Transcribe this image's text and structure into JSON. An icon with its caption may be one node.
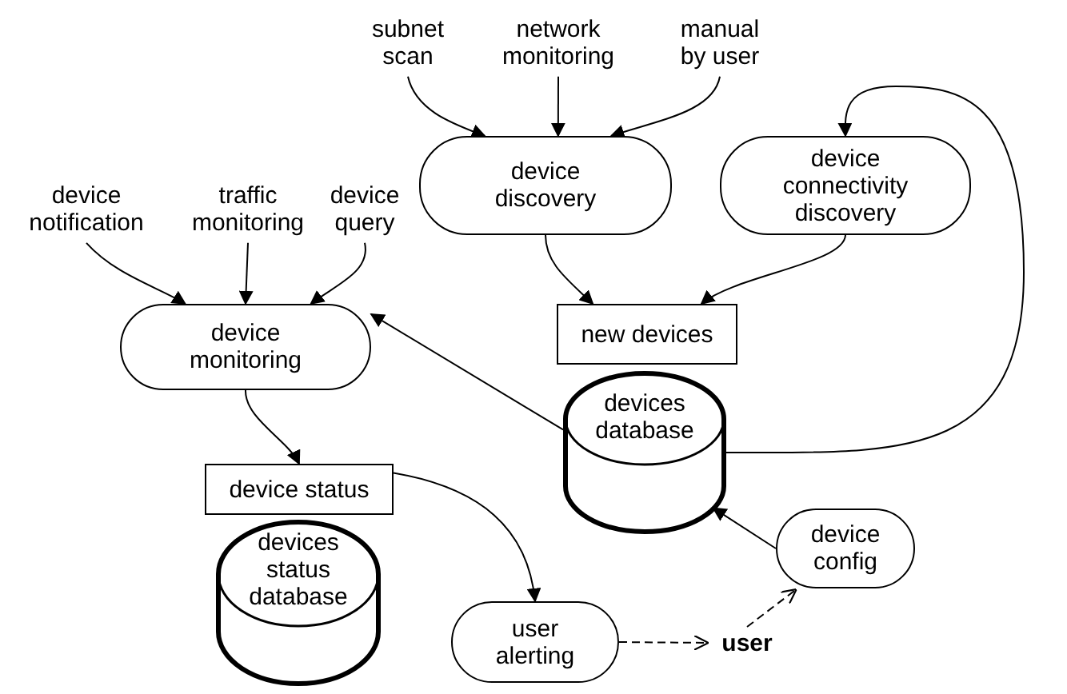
{
  "diagram": {
    "nodes": [
      {
        "text": [
          "subnet scan"
        ]
      },
      {
        "text": [
          "network monitoring"
        ]
      },
      {
        "text": [
          "manual by user"
        ]
      },
      {
        "text": [
          "device discovery"
        ]
      },
      {
        "text": [
          "device connectivity discovery"
        ]
      },
      {
        "text": [
          "device notification"
        ]
      },
      {
        "text": [
          "traffic monitoring"
        ]
      },
      {
        "text": [
          "device query"
        ]
      },
      {
        "text": [
          "device monitoring"
        ]
      },
      {
        "text": [
          "new devices"
        ]
      },
      {
        "text": [
          "devices database"
        ]
      },
      {
        "text": [
          "device status"
        ]
      },
      {
        "text": [
          "devices status database"
        ]
      },
      {
        "text": [
          "user alerting"
        ]
      },
      {
        "text": [
          "user"
        ]
      },
      {
        "text": [
          "device config"
        ]
      }
    ],
    "edges": [
      {
        "from": 0,
        "to": 3,
        "arrow": "to"
      },
      {
        "from": 1,
        "to": 3,
        "arrow": "to"
      },
      {
        "from": 2,
        "to": 3,
        "arrow": "to"
      },
      {
        "from": 3,
        "to": 9,
        "arrow": "to"
      },
      {
        "from": 4,
        "to": 9,
        "arrow": "to"
      },
      {
        "from": 5,
        "to": 8,
        "arrow": "to"
      },
      {
        "from": 6,
        "to": 8,
        "arrow": "to"
      },
      {
        "from": 7,
        "to": 8,
        "arrow": "to"
      },
      {
        "from": 10,
        "to": 8,
        "arrow": "to"
      },
      {
        "from": 10,
        "to": 4,
        "arrow": "to"
      },
      {
        "from": 8,
        "to": 11,
        "arrow": "to"
      },
      {
        "from": 11,
        "to": 13,
        "arrow": "to"
      },
      {
        "from": 15,
        "to": 10,
        "arrow": "to"
      },
      {
        "from": 13,
        "to": 14,
        "arrow": "to",
        "style": "dashed"
      },
      {
        "from": 14,
        "to": 15,
        "arrow": "to",
        "style": "dashed"
      }
    ]
  }
}
